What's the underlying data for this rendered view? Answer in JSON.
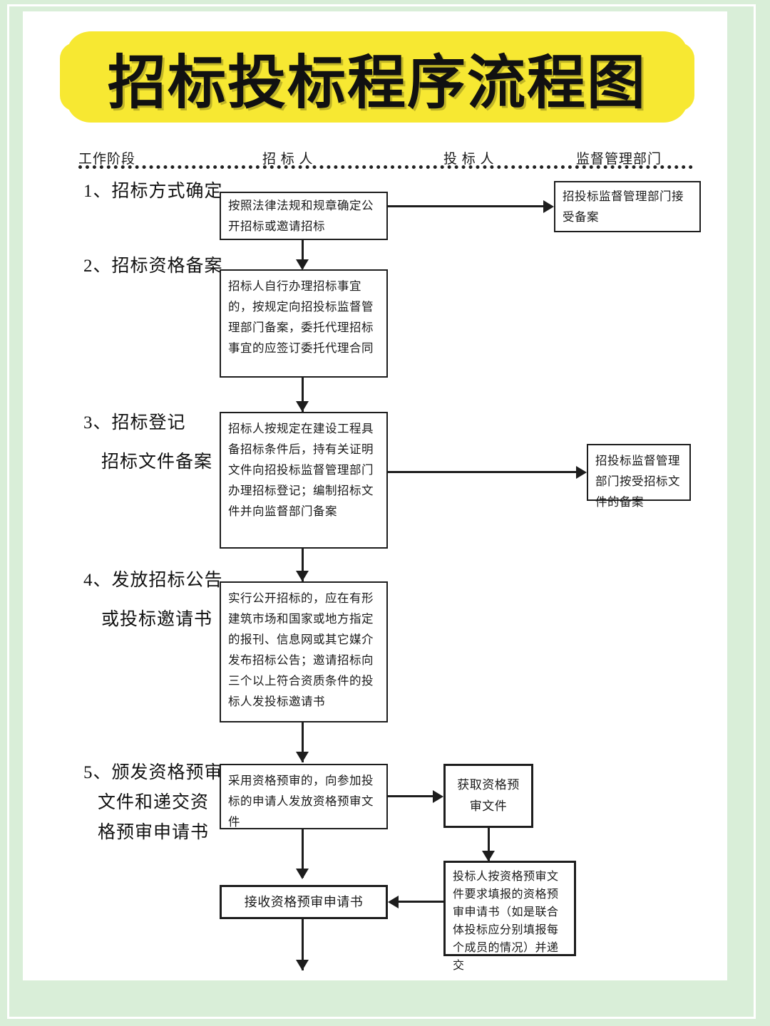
{
  "document": {
    "title": "招标投标程序流程图",
    "accent_yellow": "#f7e832",
    "frame_green": "#d9eed8",
    "ink": "#1d1d1d"
  },
  "columns": [
    {
      "id": "stage",
      "label": "工作阶段"
    },
    {
      "id": "tenderer",
      "label": "招 标 人"
    },
    {
      "id": "bidder",
      "label": "投 标 人"
    },
    {
      "id": "supervisor",
      "label": "监督管理部门"
    }
  ],
  "steps": [
    {
      "number": "1、招标方式确定",
      "line2": ""
    },
    {
      "number": "2、招标资格备案",
      "line2": ""
    },
    {
      "number": "3、招标登记",
      "line2": "招标文件备案"
    },
    {
      "number": "4、发放招标公告",
      "line2": "或投标邀请书"
    },
    {
      "number": "5、颁发资格预审",
      "line2": "文件和递交资",
      "line3": "格预审申请书"
    }
  ],
  "boxes": {
    "b1_tenderer": "按照法律法规和规章确定公开招标或邀请招标",
    "b1_supervisor": "招投标监督管理部门接受备案",
    "b2_tenderer": "招标人自行办理招标事宜的，按规定向招投标监督管理部门备案，委托代理招标事宜的应签订委托代理合同",
    "b3_tenderer": "招标人按规定在建设工程具备招标条件后，持有关证明文件向招投标监督管理部门办理招标登记；编制招标文件并向监督部门备案",
    "b3_supervisor": "招投标监督管理部门按受招标文件的备案",
    "b4_tenderer": "实行公开招标的，应在有形建筑市场和国家或地方指定的报刊、信息网或其它媒介发布招标公告；邀请招标向三个以上符合资质条件的投标人发投标邀请书",
    "b5_tenderer": "采用资格预审的，向参加投标的申请人发放资格预审文件",
    "b5_bidder_get": "获取资格预审文件",
    "b5_bidder_apply": "投标人按资格预审文件要求填报的资格预审申请书（如是联合体投标应分别填报每个成员的情况）并递交",
    "b5_tenderer_receive": "接收资格预审申请书"
  }
}
